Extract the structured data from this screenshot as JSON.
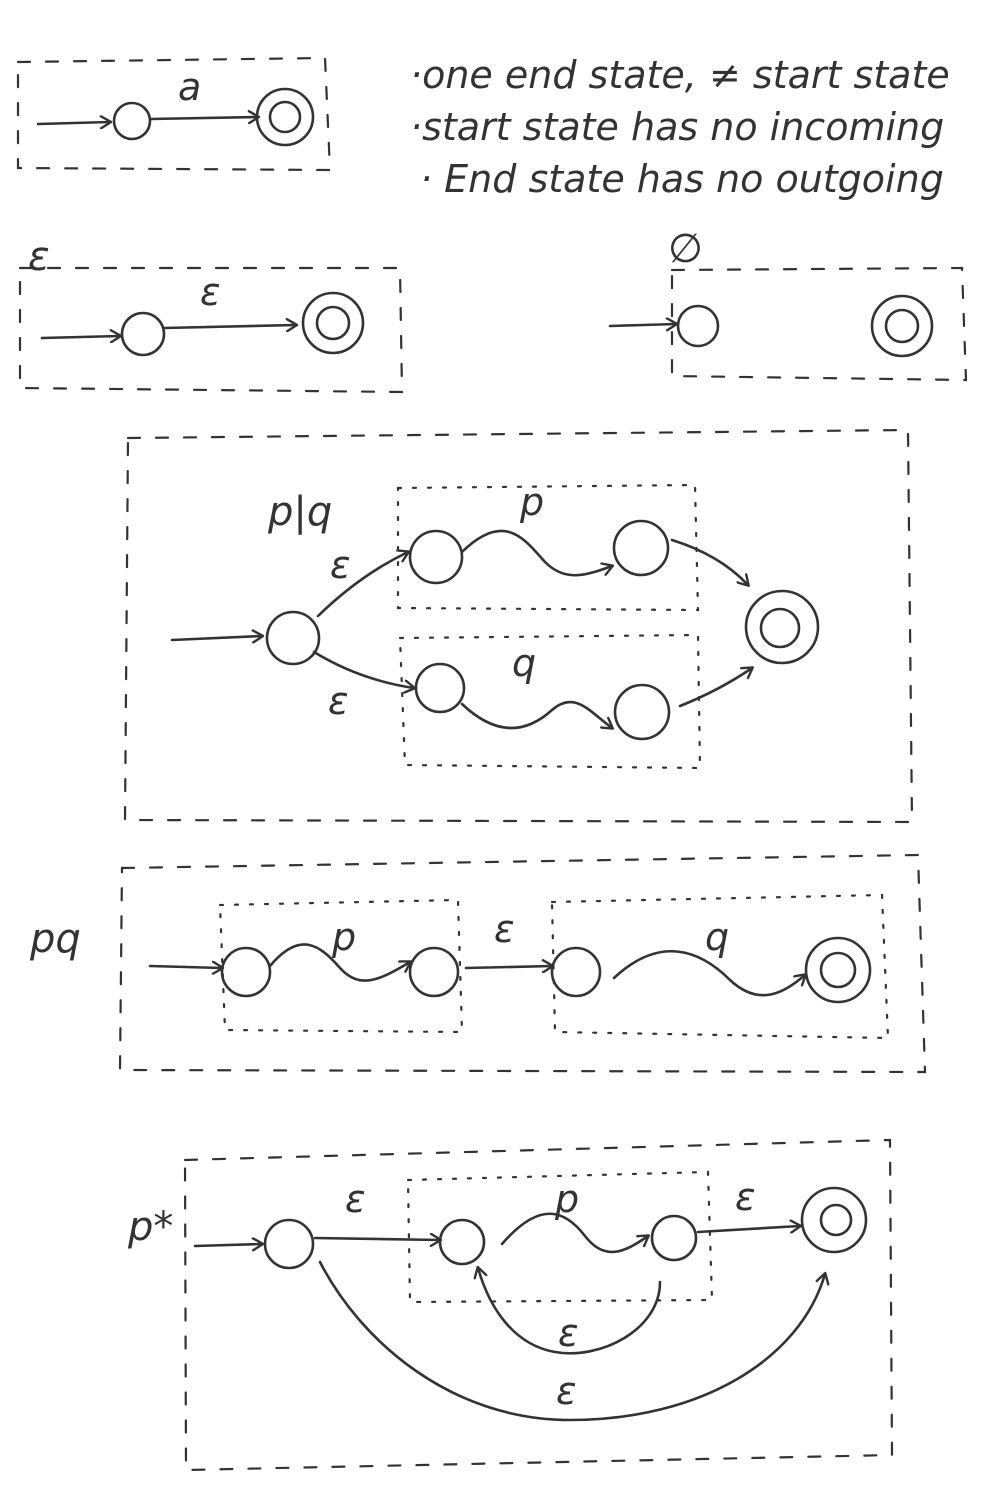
{
  "notes": [
    "·one end state, ≠ start state",
    "·start state has no incoming",
    "· End state has no outgoing"
  ],
  "diagrams": {
    "symbol": {
      "edge_label": "a"
    },
    "epsilon": {
      "title": "ε",
      "edge_label": "ε"
    },
    "empty": {
      "title": "∅"
    },
    "union": {
      "title": "p|q",
      "eps_top": "ε",
      "eps_bottom": "ε",
      "p_label": "p",
      "q_label": "q"
    },
    "concat": {
      "title": "pq",
      "p_label": "p",
      "q_label": "q",
      "eps": "ε"
    },
    "star": {
      "title": "p*",
      "eps_in": "ε",
      "p_label": "p",
      "eps_out": "ε",
      "eps_back": "ε",
      "eps_skip": "ε"
    }
  }
}
